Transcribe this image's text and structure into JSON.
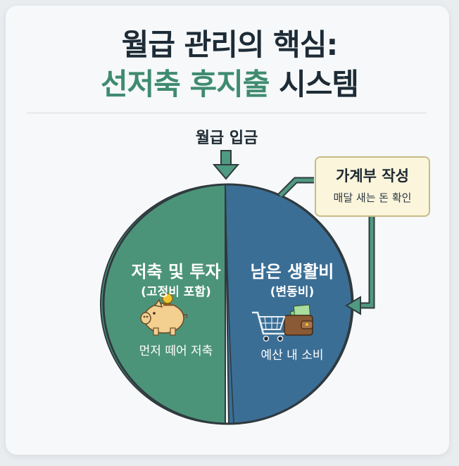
{
  "title": {
    "line1": "월급 관리의 핵심:",
    "line2_accent": "선저축 후지출",
    "line2_rest": " 시스템"
  },
  "income": {
    "label": "월급 입금"
  },
  "savings": {
    "title": "저축 및 투자",
    "subtitle": "(고정비 포함)",
    "note": "먼저 떼어 저축",
    "icon": "piggy-bank-icon",
    "color": "#4c9479"
  },
  "spending": {
    "title": "남은 생활비",
    "subtitle": "(변동비)",
    "note": "예산 내 소비",
    "icon": "cart-wallet-icon",
    "color": "#3b6e95"
  },
  "ledger": {
    "title": "가계부 작성",
    "subtitle": "매달 새는 돈 확인"
  },
  "colors": {
    "arrow": "#4f9a80",
    "accent": "#3f8b70",
    "ledger_bg": "#fbf5dc"
  }
}
